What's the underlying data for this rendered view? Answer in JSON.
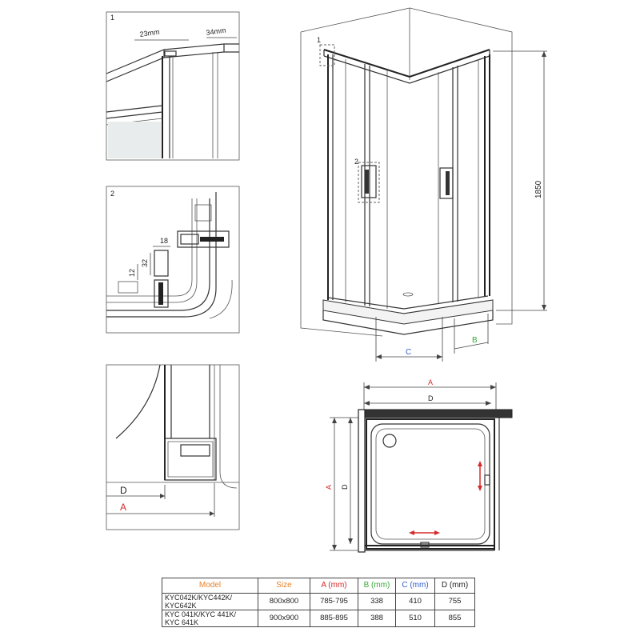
{
  "colors": {
    "orange": "#e8822a",
    "red": "#d62a2a",
    "green": "#3aa83a",
    "blue": "#2f5fcf",
    "dark": "#222222"
  },
  "details": {
    "d1": {
      "number": "1",
      "dim_a": "23mm",
      "dim_b": "34mm"
    },
    "d2": {
      "number": "2",
      "dim_w": "18",
      "dim_h1": "32",
      "dim_h2": "12"
    },
    "d3": {
      "label_d": "D",
      "label_a": "A"
    }
  },
  "main_view": {
    "callout1": "1",
    "callout2": "2",
    "height": "1850",
    "label_c": "C",
    "label_b": "B"
  },
  "plan_view": {
    "label_a_top": "A",
    "label_d_top": "D",
    "label_a_side": "A",
    "label_d_side": "D"
  },
  "spec_table": {
    "headers": [
      "Model",
      "Size",
      "A (mm)",
      "B (mm)",
      "C (mm)",
      "D (mm)"
    ],
    "rows": [
      {
        "model": [
          "KYC042K/KYC442K/",
          "KYC642K"
        ],
        "size": "800x800",
        "a": "785-795",
        "b": "338",
        "c": "410",
        "d": "755"
      },
      {
        "model": [
          "KYC 041K/KYC 441K/",
          "KYC 641K"
        ],
        "size": "900x900",
        "a": "885-895",
        "b": "388",
        "c": "510",
        "d": "855"
      }
    ]
  }
}
